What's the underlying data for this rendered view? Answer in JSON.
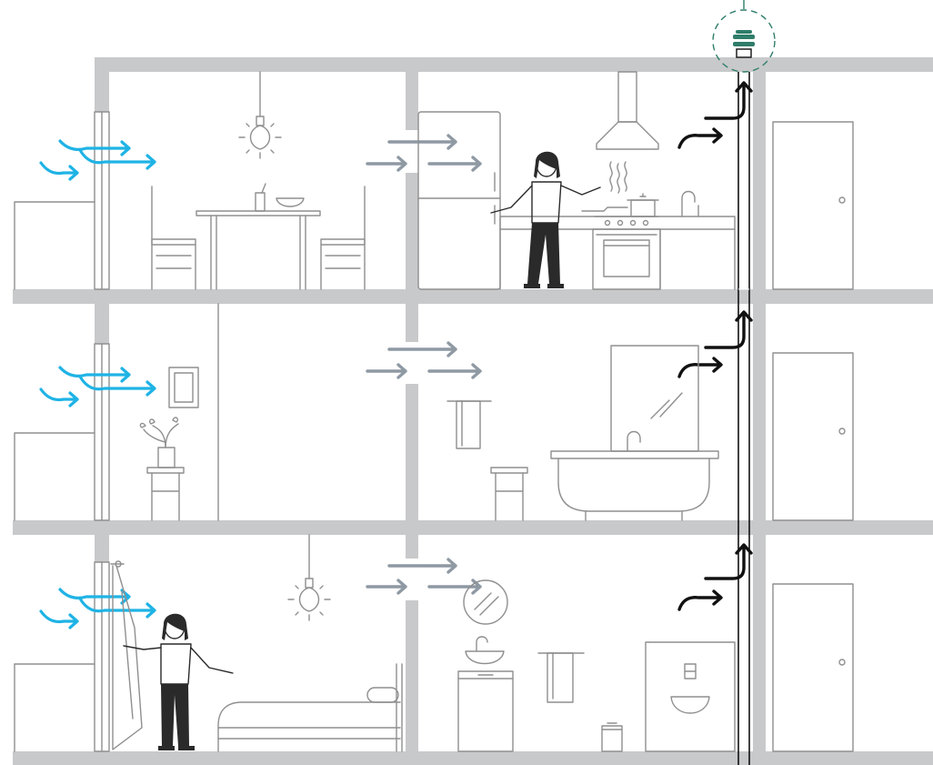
{
  "scene": {
    "description_name": "building-ventilation-cross-section",
    "floors": [
      "top-floor",
      "middle-floor",
      "bottom-floor"
    ],
    "colors": {
      "walls": "#c8c9cb",
      "outline": "#8f8f8f",
      "fresh_air": "#1fb3e5",
      "transfer_air": "#8e99a3",
      "exhaust_air": "#111111",
      "fan_accent": "#2f7d6a",
      "person_dark": "#2a2a2a"
    },
    "icons": [
      "roof-fan-icon",
      "fresh-air-arrow-icon",
      "transfer-air-arrow-icon",
      "exhaust-air-arrow-icon",
      "person-icon",
      "lamp-icon"
    ]
  }
}
